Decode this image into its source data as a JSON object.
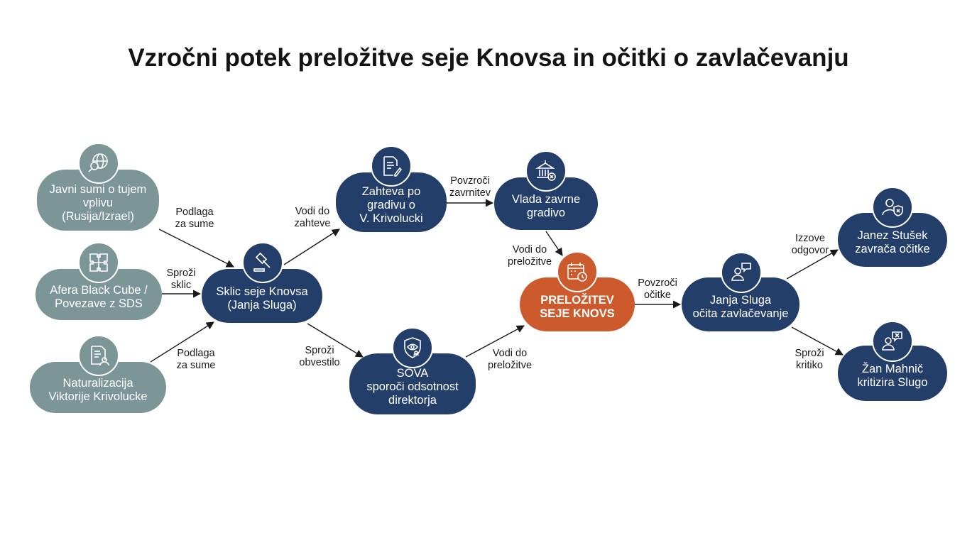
{
  "title": "Vzročni potek preložitve seje Knovsa in očitki o zavlačevanju",
  "nodes": {
    "javni_sumi": "Javni sumi o tujem\nvplivu\n(Rusija/Izrael)",
    "black_cube": "Afera Black Cube /\nPovezave z SDS",
    "naturalizacija": "Naturalizacija\nViktorije Krivolucke",
    "sklic": "Sklic seje Knovsa\n(Janja Sluga)",
    "zahteva": "Zahteva po\ngradivu o\nV. Krivolucki",
    "sova": "SOVA\nsporoči odsotnost\ndirektorja",
    "vlada": "Vlada zavrne\ngradivo",
    "prelozitev": "PRELOŽITEV\nSEJE KNOVS",
    "janja": "Janja Sluga\nočita zavlačevanje",
    "janez": "Janez Stušek\nzavrača očitke",
    "zan": "Žan Mahnič\nkritizira Slugo"
  },
  "edge_labels": {
    "e1": "Podlaga\nza sume",
    "e2": "Sproži\nsklic",
    "e3": "Podlaga\nza sume",
    "e4": "Vodi do\nzahteve",
    "e5": "Sproži\nobvestilo",
    "e6": "Povzroči\nzavrnitev",
    "e7": "Vodi do\npreložitve",
    "e8": "Vodi do\npreložitve",
    "e9": "Povzroči\nočitke",
    "e10": "Izzove\nodgovor",
    "e11": "Sproži\nkritiko"
  },
  "icons": {
    "javni_sumi": "globe-magnifier-icon",
    "black_cube": "puzzle-icon",
    "naturalizacija": "id-document-person-icon",
    "sklic": "gavel-icon",
    "zahteva": "document-pen-icon",
    "sova": "eye-shield-icon",
    "vlada": "government-building-cancel-icon",
    "prelozitev": "calendar-clock-icon",
    "janja": "person-speech-icon",
    "janez": "person-shield-icon",
    "zan": "person-speech-x-icon"
  },
  "colors": {
    "gray_node": "#7c9597",
    "navy_node": "#243e6a",
    "orange_node": "#cd5a2d",
    "arrow": "#1a1a1a"
  }
}
